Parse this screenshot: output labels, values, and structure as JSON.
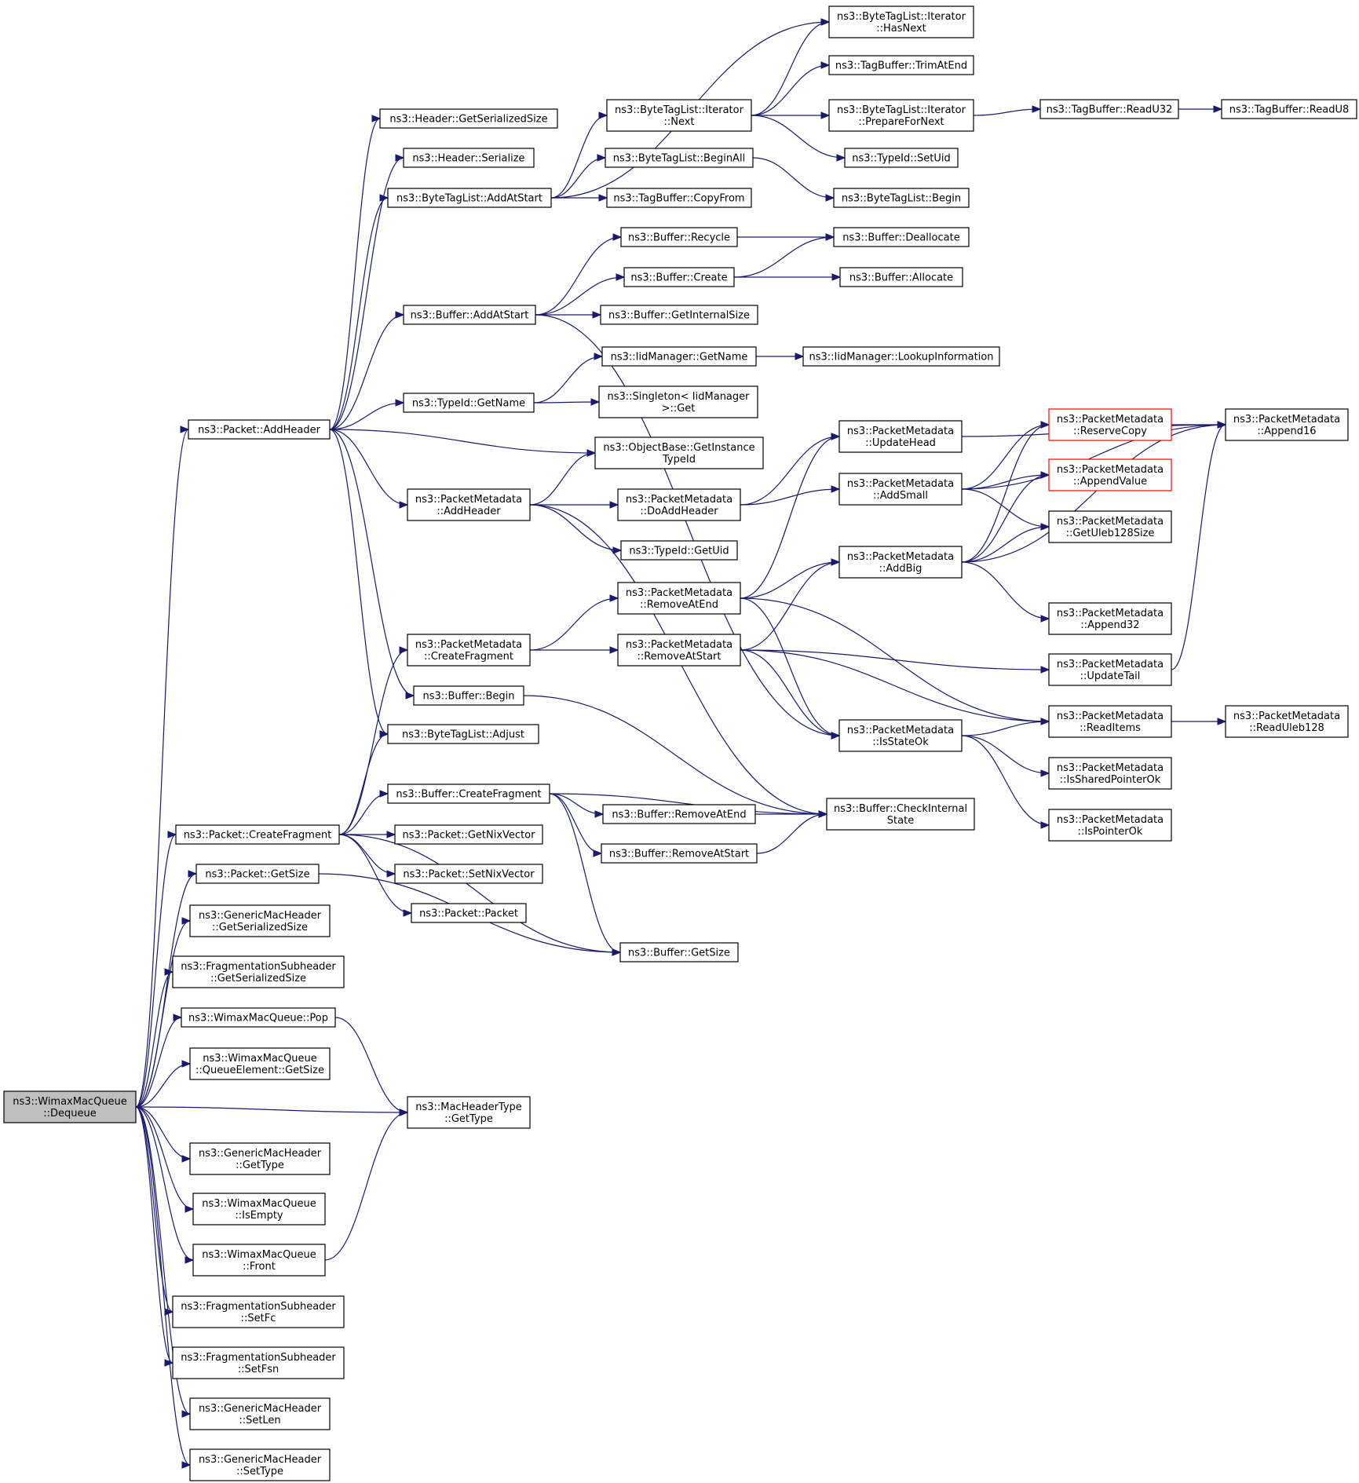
{
  "diagram": {
    "root": "dq",
    "nodes": [
      {
        "id": "dq",
        "lines": [
          "ns3::WimaxMacQueue",
          "::Dequeue"
        ],
        "style": "root"
      },
      {
        "id": "addHeader",
        "lines": [
          "ns3::Packet::AddHeader"
        ]
      },
      {
        "id": "createFragment",
        "lines": [
          "ns3::Packet::CreateFragment"
        ]
      },
      {
        "id": "pGetSize",
        "lines": [
          "ns3::Packet::GetSize"
        ]
      },
      {
        "id": "gmhGetSerSize",
        "lines": [
          "ns3::GenericMacHeader",
          "::GetSerializedSize"
        ]
      },
      {
        "id": "fsGetSerSize",
        "lines": [
          "ns3::FragmentationSubheader",
          "::GetSerializedSize"
        ]
      },
      {
        "id": "wmqPop",
        "lines": [
          "ns3::WimaxMacQueue::Pop"
        ]
      },
      {
        "id": "qeGetSize",
        "lines": [
          "ns3::WimaxMacQueue",
          "::QueueElement::GetSize"
        ]
      },
      {
        "id": "mhtGetType",
        "lines": [
          "ns3::MacHeaderType",
          "::GetType"
        ]
      },
      {
        "id": "gmhGetType",
        "lines": [
          "ns3::GenericMacHeader",
          "::GetType"
        ]
      },
      {
        "id": "wmqIsEmpty",
        "lines": [
          "ns3::WimaxMacQueue",
          "::IsEmpty"
        ]
      },
      {
        "id": "wmqFront",
        "lines": [
          "ns3::WimaxMacQueue",
          "::Front"
        ]
      },
      {
        "id": "fsSetFc",
        "lines": [
          "ns3::FragmentationSubheader",
          "::SetFc"
        ]
      },
      {
        "id": "fsSetFsn",
        "lines": [
          "ns3::FragmentationSubheader",
          "::SetFsn"
        ]
      },
      {
        "id": "gmhSetLen",
        "lines": [
          "ns3::GenericMacHeader",
          "::SetLen"
        ]
      },
      {
        "id": "gmhSetType",
        "lines": [
          "ns3::GenericMacHeader",
          "::SetType"
        ]
      },
      {
        "id": "hGetSerSize",
        "lines": [
          "ns3::Header::GetSerializedSize"
        ]
      },
      {
        "id": "hSerialize",
        "lines": [
          "ns3::Header::Serialize"
        ]
      },
      {
        "id": "btlAddAtStart",
        "lines": [
          "ns3::ByteTagList::AddAtStart"
        ]
      },
      {
        "id": "bufAddAtStart",
        "lines": [
          "ns3::Buffer::AddAtStart"
        ]
      },
      {
        "id": "tidGetName",
        "lines": [
          "ns3::TypeId::GetName"
        ]
      },
      {
        "id": "pmAddHeader",
        "lines": [
          "ns3::PacketMetadata",
          "::AddHeader"
        ]
      },
      {
        "id": "pmCreateFragment",
        "lines": [
          "ns3::PacketMetadata",
          "::CreateFragment"
        ]
      },
      {
        "id": "bufBegin",
        "lines": [
          "ns3::Buffer::Begin"
        ]
      },
      {
        "id": "btlAdjust",
        "lines": [
          "ns3::ByteTagList::Adjust"
        ]
      },
      {
        "id": "bufCreateFragment",
        "lines": [
          "ns3::Buffer::CreateFragment"
        ]
      },
      {
        "id": "pGetNixVector",
        "lines": [
          "ns3::Packet::GetNixVector"
        ]
      },
      {
        "id": "pSetNixVector",
        "lines": [
          "ns3::Packet::SetNixVector"
        ]
      },
      {
        "id": "pPacket",
        "lines": [
          "ns3::Packet::Packet"
        ]
      },
      {
        "id": "bufGetSize",
        "lines": [
          "ns3::Buffer::GetSize"
        ]
      },
      {
        "id": "btliNext",
        "lines": [
          "ns3::ByteTagList::Iterator",
          "::Next"
        ]
      },
      {
        "id": "btlBeginAll",
        "lines": [
          "ns3::ByteTagList::BeginAll"
        ]
      },
      {
        "id": "tbCopyFrom",
        "lines": [
          "ns3::TagBuffer::CopyFrom"
        ]
      },
      {
        "id": "bufRecycle",
        "lines": [
          "ns3::Buffer::Recycle"
        ]
      },
      {
        "id": "bufCreate",
        "lines": [
          "ns3::Buffer::Create"
        ]
      },
      {
        "id": "bufGetInternalSize",
        "lines": [
          "ns3::Buffer::GetInternalSize"
        ]
      },
      {
        "id": "iidGetName",
        "lines": [
          "ns3::IidManager::GetName"
        ]
      },
      {
        "id": "singletonGet",
        "lines": [
          "ns3::Singleton< IidManager",
          ">::Get"
        ]
      },
      {
        "id": "obGetInstanceTypeId",
        "lines": [
          "ns3::ObjectBase::GetInstance",
          "TypeId"
        ]
      },
      {
        "id": "pmDoAddHeader",
        "lines": [
          "ns3::PacketMetadata",
          "::DoAddHeader"
        ]
      },
      {
        "id": "tidGetUid",
        "lines": [
          "ns3::TypeId::GetUid"
        ]
      },
      {
        "id": "pmRemoveAtEnd",
        "lines": [
          "ns3::PacketMetadata",
          "::RemoveAtEnd"
        ]
      },
      {
        "id": "pmRemoveAtStart",
        "lines": [
          "ns3::PacketMetadata",
          "::RemoveAtStart"
        ]
      },
      {
        "id": "bufRemoveAtEnd",
        "lines": [
          "ns3::Buffer::RemoveAtEnd"
        ]
      },
      {
        "id": "bufRemoveAtStart",
        "lines": [
          "ns3::Buffer::RemoveAtStart"
        ]
      },
      {
        "id": "btliHasNext",
        "lines": [
          "ns3::ByteTagList::Iterator",
          "::HasNext"
        ]
      },
      {
        "id": "tbTrimAtEnd",
        "lines": [
          "ns3::TagBuffer::TrimAtEnd"
        ]
      },
      {
        "id": "btliPrepareForNext",
        "lines": [
          "ns3::ByteTagList::Iterator",
          "::PrepareForNext"
        ]
      },
      {
        "id": "tidSetUid",
        "lines": [
          "ns3::TypeId::SetUid"
        ]
      },
      {
        "id": "btlBegin",
        "lines": [
          "ns3::ByteTagList::Begin"
        ]
      },
      {
        "id": "bufDeallocate",
        "lines": [
          "ns3::Buffer::Deallocate"
        ]
      },
      {
        "id": "bufAllocate",
        "lines": [
          "ns3::Buffer::Allocate"
        ]
      },
      {
        "id": "iidLookupInformation",
        "lines": [
          "ns3::IidManager::LookupInformation"
        ]
      },
      {
        "id": "pmUpdateHead",
        "lines": [
          "ns3::PacketMetadata",
          "::UpdateHead"
        ]
      },
      {
        "id": "pmAddSmall",
        "lines": [
          "ns3::PacketMetadata",
          "::AddSmall"
        ]
      },
      {
        "id": "pmAddBig",
        "lines": [
          "ns3::PacketMetadata",
          "::AddBig"
        ]
      },
      {
        "id": "pmIsStateOk",
        "lines": [
          "ns3::PacketMetadata",
          "::IsStateOk"
        ]
      },
      {
        "id": "bufCheckInternalState",
        "lines": [
          "ns3::Buffer::CheckInternal",
          "State"
        ]
      },
      {
        "id": "tbReadU32",
        "lines": [
          "ns3::TagBuffer::ReadU32"
        ]
      },
      {
        "id": "pmReserveCopy",
        "lines": [
          "ns3::PacketMetadata",
          "::ReserveCopy"
        ],
        "style": "red"
      },
      {
        "id": "pmAppendValue",
        "lines": [
          "ns3::PacketMetadata",
          "::AppendValue"
        ],
        "style": "red"
      },
      {
        "id": "pmGetUleb128Size",
        "lines": [
          "ns3::PacketMetadata",
          "::GetUleb128Size"
        ]
      },
      {
        "id": "pmAppend32",
        "lines": [
          "ns3::PacketMetadata",
          "::Append32"
        ]
      },
      {
        "id": "pmUpdateTail",
        "lines": [
          "ns3::PacketMetadata",
          "::UpdateTail"
        ]
      },
      {
        "id": "pmReadItems",
        "lines": [
          "ns3::PacketMetadata",
          "::ReadItems"
        ]
      },
      {
        "id": "pmIsSharedPointerOk",
        "lines": [
          "ns3::PacketMetadata",
          "::IsSharedPointerOk"
        ]
      },
      {
        "id": "pmIsPointerOk",
        "lines": [
          "ns3::PacketMetadata",
          "::IsPointerOk"
        ]
      },
      {
        "id": "tbReadU8",
        "lines": [
          "ns3::TagBuffer::ReadU8"
        ]
      },
      {
        "id": "pmAppend16",
        "lines": [
          "ns3::PacketMetadata",
          "::Append16"
        ]
      },
      {
        "id": "pmReadUleb128",
        "lines": [
          "ns3::PacketMetadata",
          "::ReadUleb128"
        ]
      }
    ],
    "edges": [
      [
        "dq",
        "addHeader"
      ],
      [
        "dq",
        "createFragment"
      ],
      [
        "dq",
        "pGetSize"
      ],
      [
        "dq",
        "gmhGetSerSize"
      ],
      [
        "dq",
        "fsGetSerSize"
      ],
      [
        "dq",
        "wmqPop"
      ],
      [
        "dq",
        "qeGetSize"
      ],
      [
        "dq",
        "mhtGetType"
      ],
      [
        "dq",
        "gmhGetType"
      ],
      [
        "dq",
        "wmqIsEmpty"
      ],
      [
        "dq",
        "wmqFront"
      ],
      [
        "dq",
        "fsSetFc"
      ],
      [
        "dq",
        "fsSetFsn"
      ],
      [
        "dq",
        "gmhSetLen"
      ],
      [
        "dq",
        "gmhSetType"
      ],
      [
        "addHeader",
        "hGetSerSize"
      ],
      [
        "addHeader",
        "hSerialize"
      ],
      [
        "addHeader",
        "btlAddAtStart"
      ],
      [
        "addHeader",
        "bufAddAtStart"
      ],
      [
        "addHeader",
        "tidGetName"
      ],
      [
        "addHeader",
        "obGetInstanceTypeId"
      ],
      [
        "addHeader",
        "pmAddHeader"
      ],
      [
        "addHeader",
        "bufBegin"
      ],
      [
        "addHeader",
        "btlAdjust"
      ],
      [
        "createFragment",
        "pmCreateFragment"
      ],
      [
        "createFragment",
        "btlAdjust"
      ],
      [
        "createFragment",
        "bufCreateFragment"
      ],
      [
        "createFragment",
        "pGetNixVector"
      ],
      [
        "createFragment",
        "pSetNixVector"
      ],
      [
        "createFragment",
        "pPacket"
      ],
      [
        "createFragment",
        "bufGetSize"
      ],
      [
        "pGetSize",
        "bufGetSize"
      ],
      [
        "wmqPop",
        "mhtGetType"
      ],
      [
        "wmqFront",
        "mhtGetType"
      ],
      [
        "btlAddAtStart",
        "btliHasNext"
      ],
      [
        "btlAddAtStart",
        "btliNext"
      ],
      [
        "btlAddAtStart",
        "btlBeginAll"
      ],
      [
        "btlAddAtStart",
        "tbCopyFrom"
      ],
      [
        "btliNext",
        "btliHasNext"
      ],
      [
        "btliNext",
        "tbTrimAtEnd"
      ],
      [
        "btliNext",
        "btliPrepareForNext"
      ],
      [
        "btliNext",
        "tidSetUid"
      ],
      [
        "btliPrepareForNext",
        "tbReadU32"
      ],
      [
        "tbReadU32",
        "tbReadU8"
      ],
      [
        "btlBeginAll",
        "btlBegin"
      ],
      [
        "bufAddAtStart",
        "bufRecycle"
      ],
      [
        "bufAddAtStart",
        "bufCreate"
      ],
      [
        "bufAddAtStart",
        "bufGetInternalSize"
      ],
      [
        "bufAddAtStart",
        "pmIsStateOk"
      ],
      [
        "bufRecycle",
        "bufDeallocate"
      ],
      [
        "bufCreate",
        "bufDeallocate"
      ],
      [
        "bufCreate",
        "bufAllocate"
      ],
      [
        "tidGetName",
        "iidGetName"
      ],
      [
        "tidGetName",
        "singletonGet"
      ],
      [
        "iidGetName",
        "iidLookupInformation"
      ],
      [
        "pmAddHeader",
        "obGetInstanceTypeId"
      ],
      [
        "pmAddHeader",
        "pmDoAddHeader"
      ],
      [
        "pmAddHeader",
        "tidGetUid"
      ],
      [
        "pmAddHeader",
        "bufCheckInternalState"
      ],
      [
        "pmDoAddHeader",
        "pmUpdateHead"
      ],
      [
        "pmDoAddHeader",
        "pmAddSmall"
      ],
      [
        "pmCreateFragment",
        "pmRemoveAtEnd"
      ],
      [
        "pmCreateFragment",
        "pmRemoveAtStart"
      ],
      [
        "pmRemoveAtEnd",
        "pmUpdateHead"
      ],
      [
        "pmRemoveAtEnd",
        "pmAddBig"
      ],
      [
        "pmRemoveAtEnd",
        "pmReadItems"
      ],
      [
        "pmRemoveAtEnd",
        "pmIsStateOk"
      ],
      [
        "pmRemoveAtStart",
        "pmAddBig"
      ],
      [
        "pmRemoveAtStart",
        "pmUpdateTail"
      ],
      [
        "pmRemoveAtStart",
        "pmReadItems"
      ],
      [
        "pmRemoveAtStart",
        "pmIsStateOk"
      ],
      [
        "bufBegin",
        "bufCheckInternalState"
      ],
      [
        "bufCreateFragment",
        "bufRemoveAtEnd"
      ],
      [
        "bufCreateFragment",
        "bufRemoveAtStart"
      ],
      [
        "bufCreateFragment",
        "bufCheckInternalState"
      ],
      [
        "bufCreateFragment",
        "bufGetSize"
      ],
      [
        "bufRemoveAtEnd",
        "bufCheckInternalState"
      ],
      [
        "bufRemoveAtStart",
        "bufCheckInternalState"
      ],
      [
        "pmUpdateHead",
        "pmAppend16"
      ],
      [
        "pmAddSmall",
        "pmReserveCopy"
      ],
      [
        "pmAddSmall",
        "pmAppendValue"
      ],
      [
        "pmAddSmall",
        "pmGetUleb128Size"
      ],
      [
        "pmAddSmall",
        "pmAppend16"
      ],
      [
        "pmAddBig",
        "pmReserveCopy"
      ],
      [
        "pmAddBig",
        "pmAppendValue"
      ],
      [
        "pmAddBig",
        "pmGetUleb128Size"
      ],
      [
        "pmAddBig",
        "pmAppend32"
      ],
      [
        "pmAddBig",
        "pmAppend16"
      ],
      [
        "pmReserveCopy",
        "pmAppend16"
      ],
      [
        "pmUpdateTail",
        "pmAppend16"
      ],
      [
        "pmIsStateOk",
        "pmReadItems"
      ],
      [
        "pmIsStateOk",
        "pmIsSharedPointerOk"
      ],
      [
        "pmIsStateOk",
        "pmIsPointerOk"
      ],
      [
        "pmReadItems",
        "pmReadUleb128"
      ]
    ]
  }
}
